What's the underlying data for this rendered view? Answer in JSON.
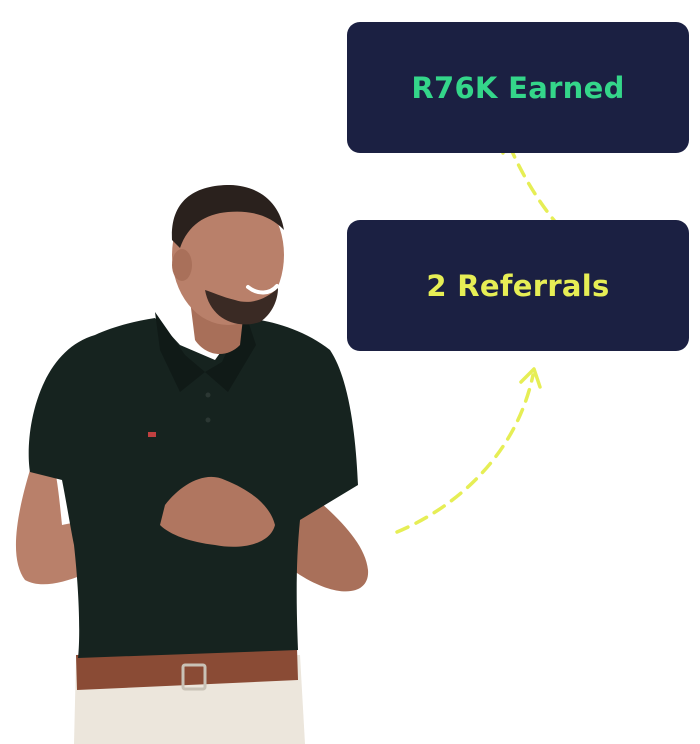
{
  "cards": {
    "earned": {
      "label": "R76K Earned"
    },
    "referrals": {
      "label": "2 Referrals"
    }
  },
  "colors": {
    "card_background": "#1b2042",
    "earned_text": "#34d68a",
    "referrals_text": "#e6ee55",
    "arrow": "#e6ee55",
    "shirt": "#16231f",
    "skin": "#b9806a",
    "belt": "#8a4b35",
    "trousers": "#ece6dc"
  },
  "icons": {
    "person": "smiling-man-photo",
    "arrow_to_referrals": "dashed-curved-arrow",
    "arrow_to_earned": "dashed-curved-arrow"
  }
}
